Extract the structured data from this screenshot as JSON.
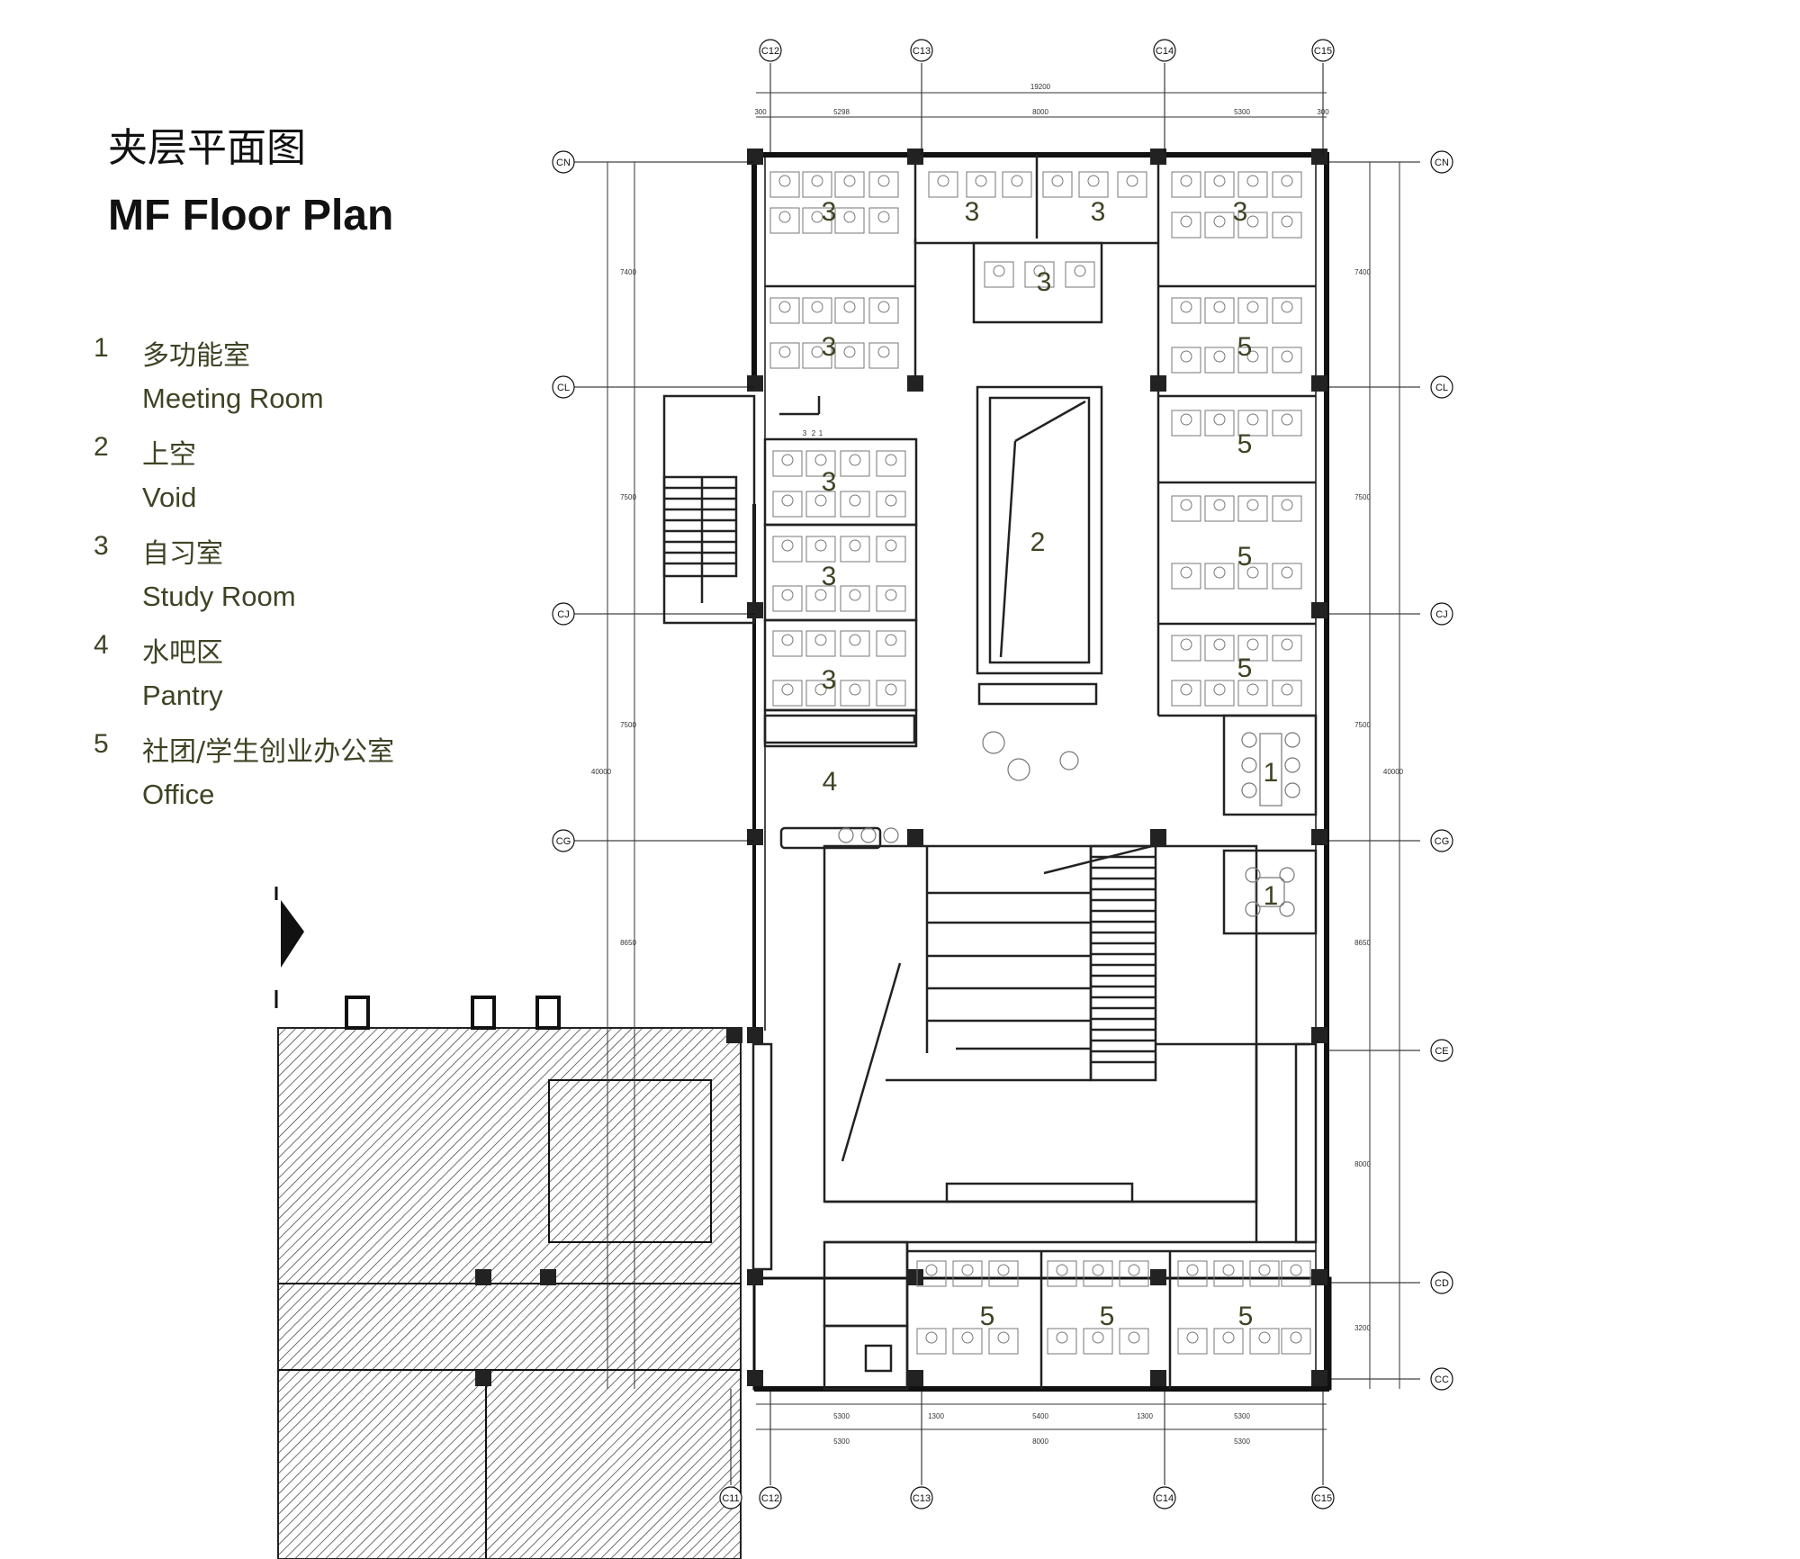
{
  "title": {
    "cn": "夹层平面图",
    "en": "MF Floor Plan"
  },
  "legend": [
    {
      "num": "1",
      "cn": "多功能室",
      "en": "Meeting Room"
    },
    {
      "num": "2",
      "cn": "上空",
      "en": "Void"
    },
    {
      "num": "3",
      "cn": "自习室",
      "en": "Study Room"
    },
    {
      "num": "4",
      "cn": "水吧区",
      "en": "Pantry"
    },
    {
      "num": "5",
      "cn": "社团/学生创业办公室",
      "en": "Office"
    }
  ],
  "grid_columns": [
    "C11",
    "C12",
    "C13",
    "C14",
    "C15"
  ],
  "grid_rows": [
    "CN",
    "CL",
    "CJ",
    "CG",
    "CE",
    "CD",
    "CC"
  ],
  "dimensions": {
    "top_total": "19200",
    "top_segments": [
      "300",
      "5298",
      "8000",
      "5300",
      "300"
    ],
    "bottom_row1": [
      "5300",
      "1300",
      "5400",
      "1300",
      "5300"
    ],
    "bottom_row2": [
      "5300",
      "8000",
      "5300"
    ],
    "left_segments": [
      "7400",
      "7500",
      "7500",
      "8650"
    ],
    "left_total": "40000",
    "right_segments": [
      "7400",
      "7500",
      "7500",
      "8650",
      "8000",
      "3200"
    ],
    "right_total": "40000"
  },
  "rooms": [
    {
      "num": "3",
      "id": "study-1"
    },
    {
      "num": "3",
      "id": "study-2"
    },
    {
      "num": "3",
      "id": "study-3"
    },
    {
      "num": "3",
      "id": "study-4"
    },
    {
      "num": "3",
      "id": "study-5"
    },
    {
      "num": "3",
      "id": "study-6"
    },
    {
      "num": "3",
      "id": "study-7"
    },
    {
      "num": "3",
      "id": "study-8"
    },
    {
      "num": "3",
      "id": "study-9"
    },
    {
      "num": "5",
      "id": "office-1"
    },
    {
      "num": "5",
      "id": "office-2"
    },
    {
      "num": "5",
      "id": "office-3"
    },
    {
      "num": "5",
      "id": "office-4"
    },
    {
      "num": "5",
      "id": "office-5"
    },
    {
      "num": "5",
      "id": "office-6"
    },
    {
      "num": "5",
      "id": "office-7"
    },
    {
      "num": "2",
      "id": "void"
    },
    {
      "num": "4",
      "id": "pantry"
    },
    {
      "num": "1",
      "id": "meeting-1"
    },
    {
      "num": "1",
      "id": "meeting-2"
    }
  ],
  "stair_numbers": [
    "3",
    "2",
    "1"
  ],
  "colors": {
    "legend_text": "#3d4424",
    "line": "#111111",
    "hatch": "#333333"
  }
}
